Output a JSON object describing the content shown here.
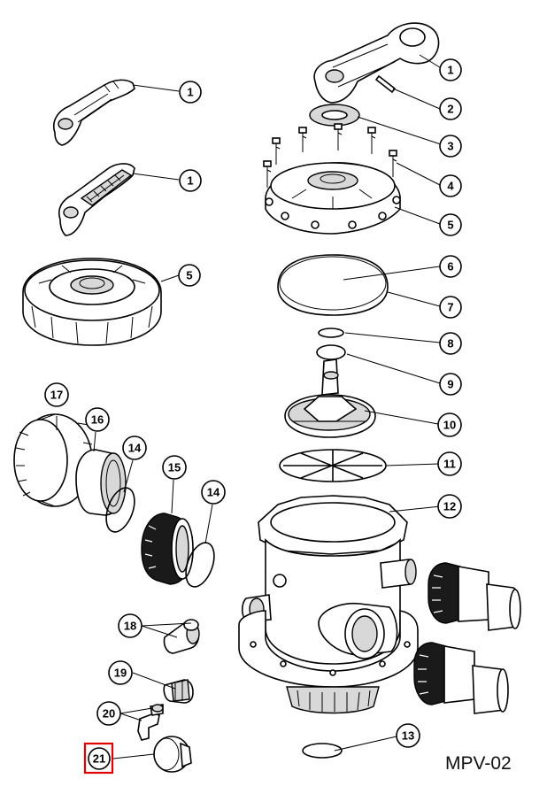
{
  "diagram": {
    "model_label": "MPV-02",
    "highlight_color": "#e00000",
    "callouts": [
      {
        "id": "c1a",
        "number": "1"
      },
      {
        "id": "c1b",
        "number": "1"
      },
      {
        "id": "c1c",
        "number": "1"
      },
      {
        "id": "c2",
        "number": "2"
      },
      {
        "id": "c3",
        "number": "3"
      },
      {
        "id": "c4",
        "number": "4"
      },
      {
        "id": "c5a",
        "number": "5"
      },
      {
        "id": "c5b",
        "number": "5"
      },
      {
        "id": "c6",
        "number": "6"
      },
      {
        "id": "c7",
        "number": "7"
      },
      {
        "id": "c8",
        "number": "8"
      },
      {
        "id": "c9",
        "number": "9"
      },
      {
        "id": "c10",
        "number": "10"
      },
      {
        "id": "c11",
        "number": "11"
      },
      {
        "id": "c12",
        "number": "12"
      },
      {
        "id": "c13",
        "number": "13"
      },
      {
        "id": "c14a",
        "number": "14"
      },
      {
        "id": "c14b",
        "number": "14"
      },
      {
        "id": "c15",
        "number": "15"
      },
      {
        "id": "c16",
        "number": "16"
      },
      {
        "id": "c17",
        "number": "17"
      },
      {
        "id": "c18",
        "number": "18"
      },
      {
        "id": "c19",
        "number": "19"
      },
      {
        "id": "c20",
        "number": "20"
      },
      {
        "id": "c21",
        "number": "21"
      }
    ]
  }
}
